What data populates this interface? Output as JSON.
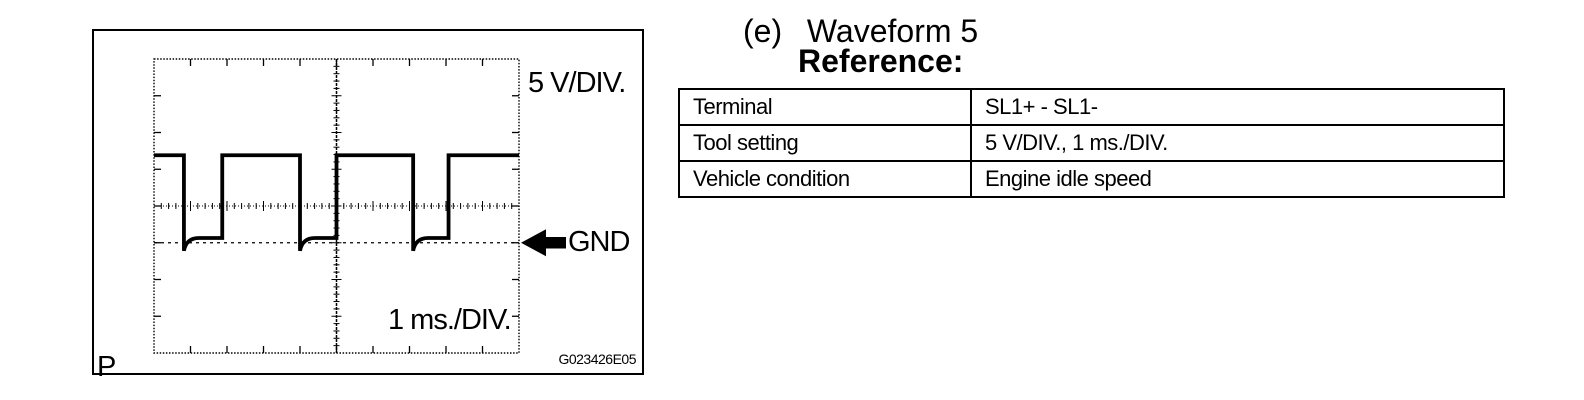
{
  "scope": {
    "volts_per_div_label": "5 V/DIV.",
    "time_per_div_label": "1 ms./DIV.",
    "gnd_label": "GND",
    "corner_label": "P",
    "figure_code": "G023426E05"
  },
  "heading": {
    "item_index": "(e)",
    "title": "Waveform 5",
    "subheading": "Reference:"
  },
  "reference_table": {
    "rows": [
      {
        "label": "Terminal",
        "value": "SL1+ - SL1-"
      },
      {
        "label": "Tool setting",
        "value": "5 V/DIV., 1 ms./DIV."
      },
      {
        "label": "Vehicle condition",
        "value": "Engine idle speed"
      }
    ]
  },
  "chart_data": {
    "type": "line",
    "subtype": "oscilloscope_square_wave",
    "title": "",
    "x_axis": {
      "label": "1 ms./DIV.",
      "ms_per_div": 1,
      "divisions": 10
    },
    "y_axis": {
      "label": "5 V/DIV.",
      "volts_per_div": 5,
      "divisions": 8
    },
    "minor_ticks_per_div": 5,
    "gnd_level_divs_below_center": 1,
    "levels_volts": {
      "high": 11.9,
      "low_settle": 0.65,
      "undershoot": -1.1
    },
    "signal_divs": {
      "start_level": "high",
      "start": 0,
      "falls": [
        0.82,
        4.0,
        7.1
      ],
      "rises": [
        1.87,
        5.0,
        8.07
      ],
      "end": 10
    },
    "period_ms": 3.1,
    "low_pulse_ms": 1.0,
    "annotations": [
      "5 V/DIV.",
      "1 ms./DIV.",
      "GND"
    ],
    "legend": "none",
    "grid": "oscilloscope graticule"
  }
}
